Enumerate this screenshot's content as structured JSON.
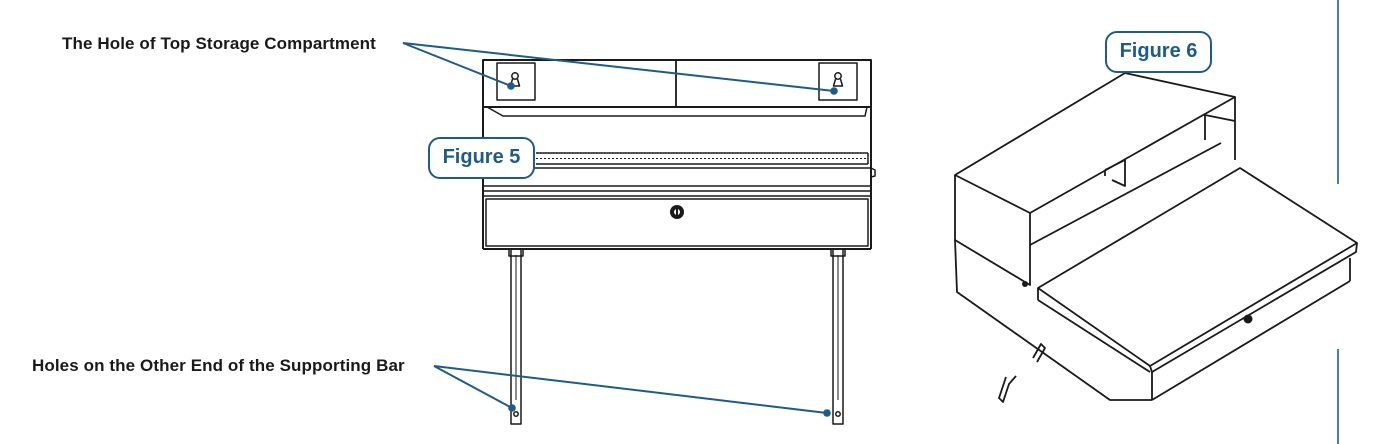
{
  "callouts": {
    "top_holes": "The Hole of Top Storage Compartment",
    "bottom_holes": "Holes on the Other End of the Supporting Bar"
  },
  "figures": {
    "figure5": "Figure 5",
    "figure6": "Figure 6"
  },
  "colors": {
    "accent": "#1f5b86",
    "line": "#1a1a1a",
    "divider": "#4a7fa6"
  }
}
